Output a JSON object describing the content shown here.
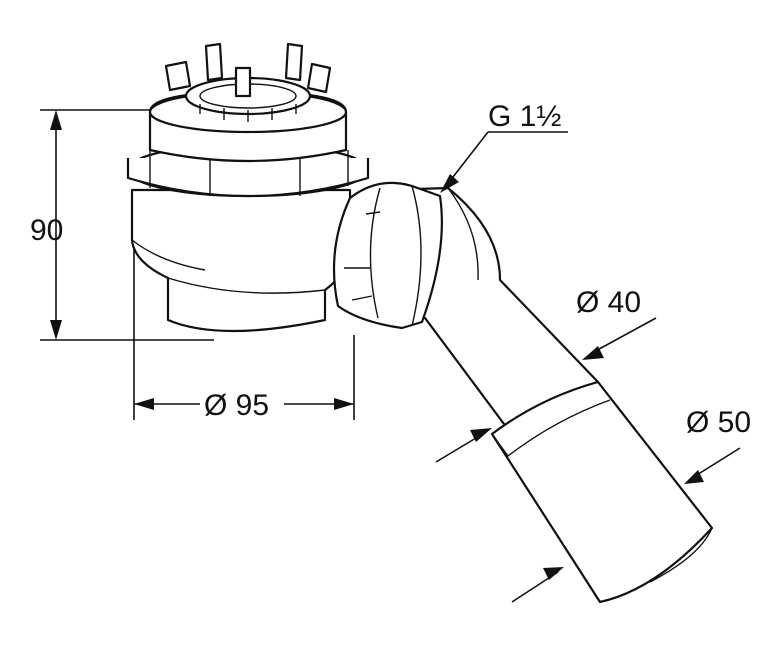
{
  "labels": {
    "height": "90",
    "width": "Ø 95",
    "thread": "G 1½",
    "pipe_small": "Ø 40",
    "pipe_large": "Ø 50"
  },
  "colors": {
    "line": "#111111",
    "background": "#ffffff"
  }
}
